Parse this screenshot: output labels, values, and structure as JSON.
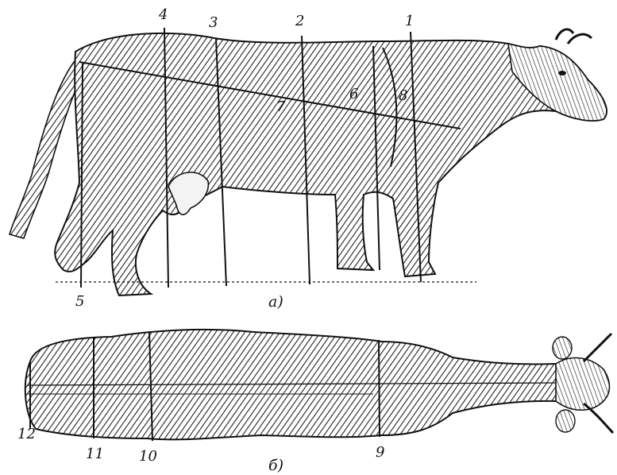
{
  "figure": {
    "view_a": {
      "caption": "a)",
      "labels": [
        "1",
        "2",
        "3",
        "4",
        "5",
        "6",
        "7",
        "8"
      ]
    },
    "view_b": {
      "caption": "б)",
      "labels": [
        "9",
        "10",
        "11",
        "12"
      ]
    }
  },
  "colors": {
    "ink": "#111111",
    "hatch_dark": "#5a5a5a",
    "hatch_light": "#8a8a8a",
    "background": "#ffffff"
  }
}
